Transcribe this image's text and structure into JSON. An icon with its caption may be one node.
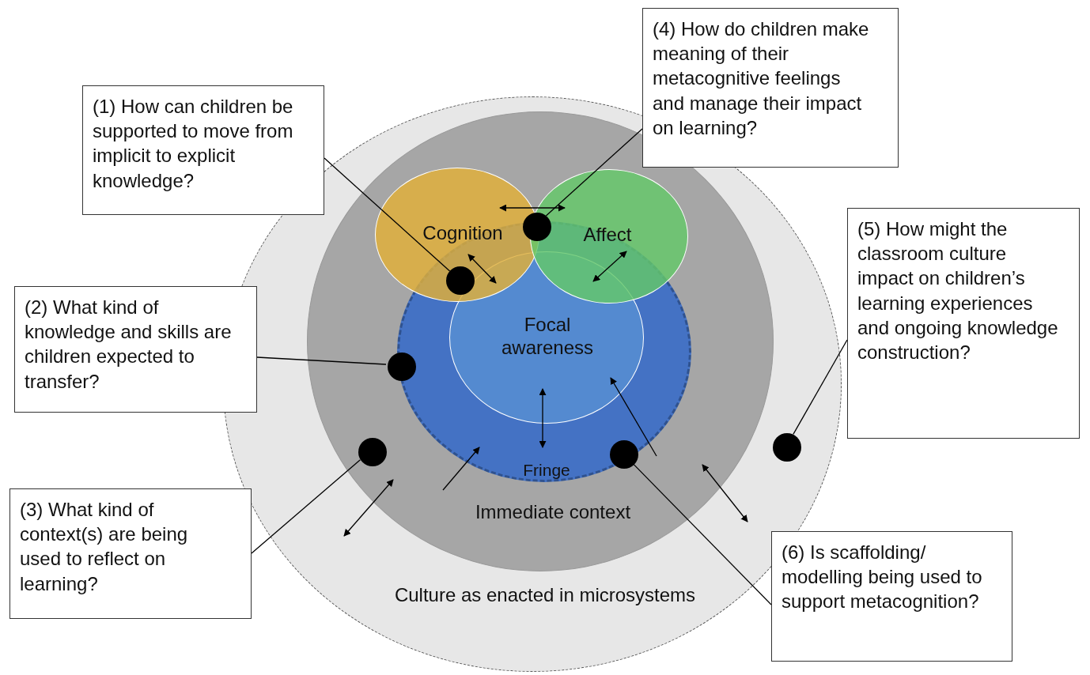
{
  "diagram": {
    "nodes": [
      {
        "text": [
          "Culture as enacted in microsystems"
        ]
      },
      {
        "text": [
          "Immediate context"
        ],
        "in": 0
      },
      {
        "text": [
          "Fringe"
        ],
        "in": 1
      },
      {
        "text": [
          "Cognition"
        ],
        "in": 1
      },
      {
        "text": [
          "Affect"
        ],
        "in": 1
      },
      {
        "text": [
          "Focal awareness"
        ],
        "in": 2
      },
      {
        "text": [
          "(1) How can children be supported to move from implicit to explicit knowledge?"
        ]
      },
      {
        "text": [
          "(2) What kind of knowledge and skills are children expected to transfer?"
        ]
      },
      {
        "text": [
          "(3) What kind of context(s) are being used to reflect on learning?"
        ]
      },
      {
        "text": [
          "(4) How do children make meaning of their metacognitive feelings and manage their impact on learning?"
        ]
      },
      {
        "text": [
          "(5) How might the classroom culture impact on children’s learning experiences and ongoing knowledge construction?"
        ]
      },
      {
        "text": [
          "(6) Is scaffolding/ modelling being used to support metacognition?"
        ]
      },
      {
        "text": [],
        "shape": "circle"
      },
      {
        "text": [],
        "shape": "circle",
        "in": 1
      },
      {
        "text": [],
        "shape": "circle",
        "in": 1
      },
      {
        "text": [],
        "shape": "circle",
        "in": 1
      },
      {
        "text": [],
        "shape": "circle",
        "in": 0
      },
      {
        "text": [],
        "shape": "circle",
        "in": 2
      }
    ],
    "edges": [
      {
        "from": 6,
        "to": 12,
        "arrow": "none"
      },
      {
        "from": 7,
        "to": 13,
        "arrow": "none"
      },
      {
        "from": 8,
        "to": 14,
        "arrow": "none"
      },
      {
        "from": 9,
        "to": 15,
        "arrow": "none"
      },
      {
        "from": 10,
        "to": 16,
        "arrow": "none"
      },
      {
        "from": 11,
        "to": 17,
        "arrow": "none"
      },
      {
        "from": 3,
        "to": 4,
        "arrow": "both"
      },
      {
        "from": 3,
        "to": 5,
        "arrow": "both"
      },
      {
        "from": 4,
        "to": 5,
        "arrow": "both"
      }
    ]
  }
}
